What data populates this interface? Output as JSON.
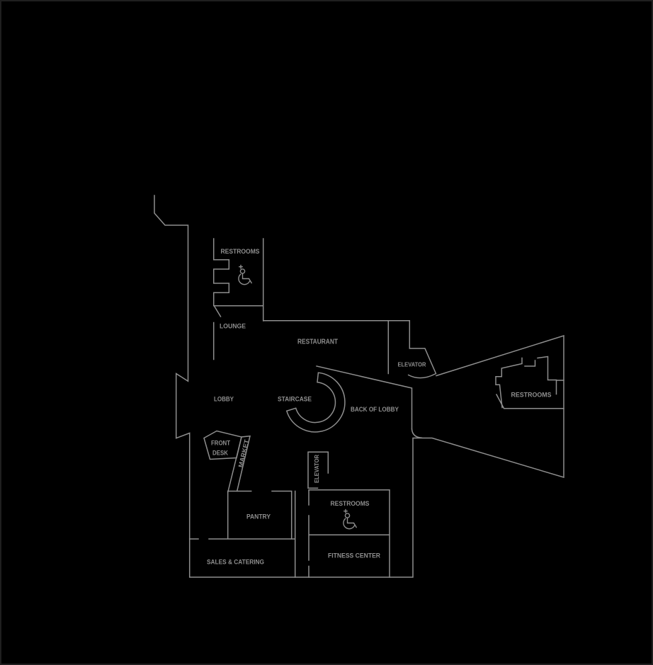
{
  "colors": {
    "background": "#000000",
    "walls": "#8e8e8e",
    "labels": "#8e8e8e",
    "frame": "#1f1f1f"
  },
  "rooms": {
    "restrooms_top": "RESTROOMS",
    "lounge": "LOUNGE",
    "restaurant": "RESTAURANT",
    "elevator_upper": "ELEVATOR",
    "restrooms_right": "RESTROOMS",
    "lobby": "LOBBY",
    "staircase": "STAIRCASE",
    "back_of_lobby": "BACK OF LOBBY",
    "front_desk_line1": "FRONT",
    "front_desk_line2": "DESK",
    "market": "MARKET",
    "elevator_lower": "ELEVATOR",
    "pantry": "PANTRY",
    "restrooms_lower": "RESTROOMS",
    "fitness_center": "FITNESS CENTER",
    "sales_catering": "SALES & CATERING"
  },
  "icons": {
    "accessible_top": "wheelchair-accessible-icon",
    "accessible_lower": "wheelchair-accessible-icon"
  }
}
